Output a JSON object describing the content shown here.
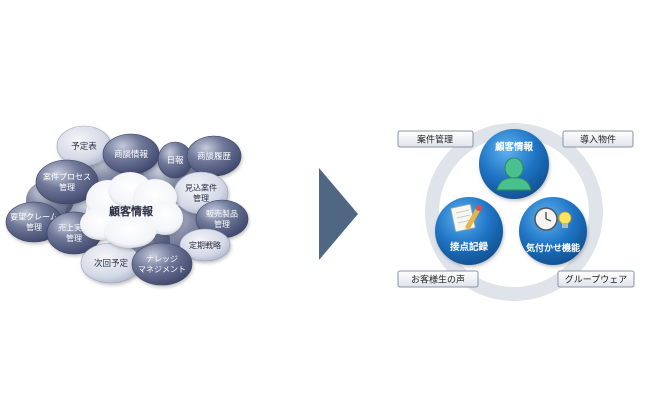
{
  "left_cloud": {
    "center": "顧客情報",
    "bubbles": [
      {
        "id": "yoteihyo",
        "label": "予定表"
      },
      {
        "id": "shodan-joho",
        "label": "商談情報"
      },
      {
        "id": "nippo",
        "label": "日報"
      },
      {
        "id": "shodan-rireki",
        "label": "商談履歴"
      },
      {
        "id": "anken-process",
        "label": "案件プロセス\n管理"
      },
      {
        "id": "mikomi-anken",
        "label": "見込案件\n管理"
      },
      {
        "id": "hanbai-seihin",
        "label": "販売製品\n管理"
      },
      {
        "id": "yobo-claim",
        "label": "要望クレーム\n管理"
      },
      {
        "id": "uriage-jisseki",
        "label": "売上実績\n管理"
      },
      {
        "id": "teiki-senryaku",
        "label": "定期戦略"
      },
      {
        "id": "jikai-yotei",
        "label": "次回予定"
      },
      {
        "id": "knowledge",
        "label": "ナレッジ\nマネジメント"
      }
    ]
  },
  "right_diagram": {
    "nodes": {
      "customer": "顧客情報",
      "contact": "接点記録",
      "notice": "気付かせ機能"
    },
    "tags": {
      "project": "案件管理",
      "products": "導入物件",
      "voice": "お客様生の声",
      "groupware": "グループウェア"
    }
  },
  "colors": {
    "bubble_dark": "#4a5479",
    "bubble_light": "#c9cfdf",
    "arrow": "#4f6783",
    "node_blue": "#1f74c4",
    "ring": "#dfe3ea"
  }
}
